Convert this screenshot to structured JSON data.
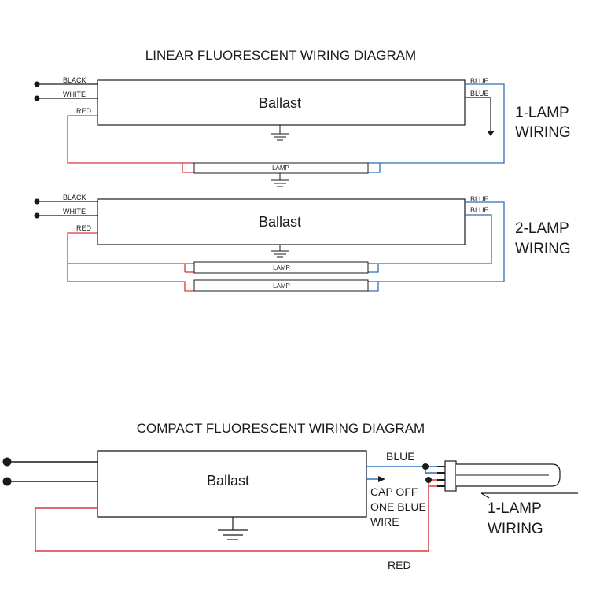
{
  "colors": {
    "red_wire": "#d93a3a",
    "blue_wire": "#2f6fb5",
    "black_wire": "#1a1a1a"
  },
  "linear": {
    "title": "LINEAR  FLUORESCENT WIRING DIAGRAM",
    "one_lamp": {
      "ballast_label": "Ballast",
      "black_label": "BLACK",
      "white_label": "WHITE",
      "red_label": "RED",
      "blue_label_1": "BLUE",
      "blue_label_2": "BLUE",
      "lamp_label": "LAMP",
      "wiring_line1": "1-LAMP",
      "wiring_line2": "WIRING"
    },
    "two_lamp": {
      "ballast_label": "Ballast",
      "black_label": "BLACK",
      "white_label": "WHITE",
      "red_label": "RED",
      "blue_label_1": "BLUE",
      "blue_label_2": "BLUE",
      "lamp_label_1": "LAMP",
      "lamp_label_2": "LAMP",
      "wiring_line1": "2-LAMP",
      "wiring_line2": "WIRING"
    }
  },
  "compact": {
    "title": "COMPACT FLUORESCENT WIRING DIAGRAM",
    "ballast_label": "Ballast",
    "blue_label": "BLUE",
    "cap_line1": "CAP OFF",
    "cap_line2": "ONE BLUE",
    "cap_line3": "WIRE",
    "red_label": "RED",
    "wiring_line1": "1-LAMP",
    "wiring_line2": "WIRING"
  }
}
